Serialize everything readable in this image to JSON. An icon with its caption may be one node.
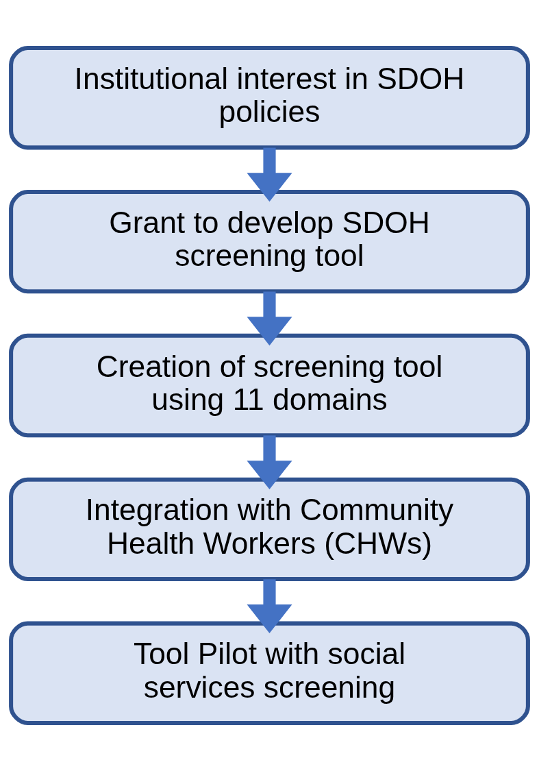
{
  "diagram": {
    "nodes": [
      {
        "text": [
          "Institutional interest in SDOH policies"
        ]
      },
      {
        "text": [
          "Grant to develop SDOH screening tool"
        ]
      },
      {
        "text": [
          "Creation of screening tool using 11 domains"
        ]
      },
      {
        "text": [
          "Integration with Community Health Workers (CHWs)"
        ]
      },
      {
        "text": [
          "Tool Pilot with social services screening"
        ]
      }
    ],
    "edges": [
      {
        "from": 0,
        "to": 1,
        "arrow": "to"
      },
      {
        "from": 1,
        "to": 2,
        "arrow": "to"
      },
      {
        "from": 2,
        "to": 3,
        "arrow": "to"
      },
      {
        "from": 3,
        "to": 4,
        "arrow": "to"
      }
    ]
  }
}
